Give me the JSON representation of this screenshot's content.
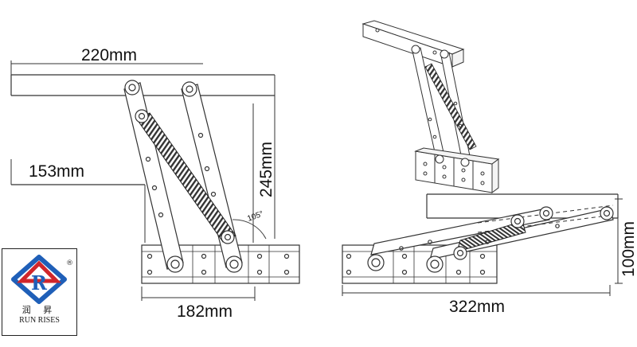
{
  "dimensions": {
    "top_width": "220mm",
    "inner_width": "153mm",
    "height_left": "245mm",
    "base_width": "182mm",
    "angle": "105°",
    "open_length": "322mm",
    "closed_height": "100mm"
  },
  "logo": {
    "letter": "R",
    "registered": "®",
    "chinese": "润 昇",
    "english": "RUN RISES",
    "colors": {
      "blue": "#1f5fb8",
      "red": "#d0262b"
    }
  }
}
